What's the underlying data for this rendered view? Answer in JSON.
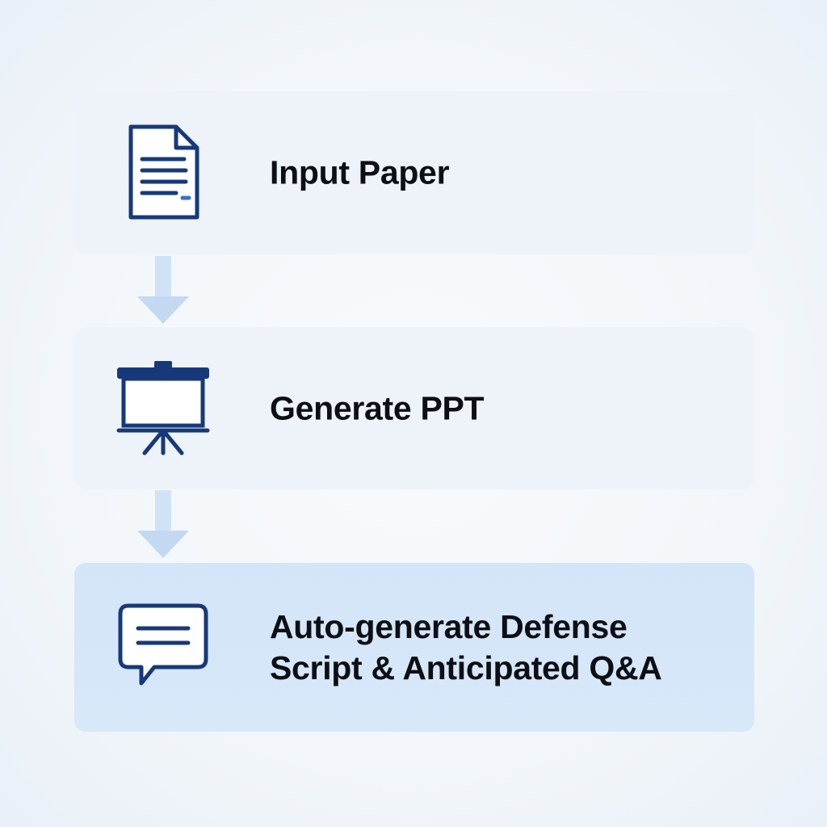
{
  "colors": {
    "icon_stroke": "#17397a",
    "step_bg": "#edf3f9",
    "highlight_bg": "#d5e6f8",
    "arrow": "#c3d9f2",
    "text": "#0d0f14"
  },
  "steps": [
    {
      "label": "Input Paper",
      "icon": "document-icon"
    },
    {
      "label": "Generate PPT",
      "icon": "presentation-board-icon"
    },
    {
      "label": "Auto-generate Defense\nScript & Anticipated Q&A",
      "icon": "chat-bubble-icon"
    }
  ],
  "connectors": [
    {
      "icon": "arrow-down-icon"
    },
    {
      "icon": "arrow-down-icon"
    }
  ]
}
